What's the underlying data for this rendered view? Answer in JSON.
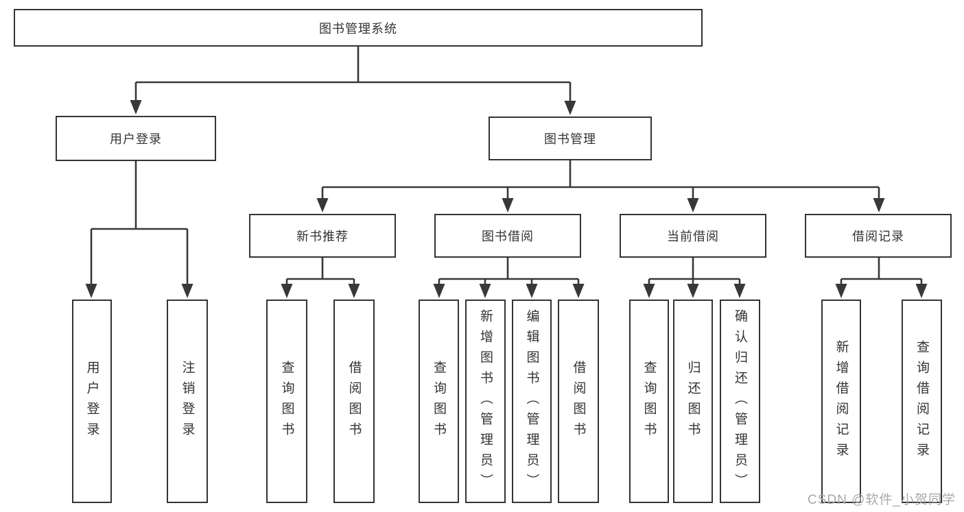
{
  "diagram": {
    "title_node": "图书管理系统",
    "colors": {
      "line": "#383838",
      "border": "#333333",
      "text": "#333333",
      "watermark": "#a9a9a9",
      "background": "#ffffff"
    },
    "tree": {
      "root": {
        "label": "图书管理系统"
      },
      "branches": [
        {
          "label": "用户登录",
          "leaves": [
            {
              "label": "用户登录"
            },
            {
              "label": "注销登录"
            }
          ]
        },
        {
          "label": "图书管理",
          "sections": [
            {
              "label": "新书推荐",
              "leaves": [
                {
                  "label": "查询图书"
                },
                {
                  "label": "借阅图书"
                }
              ]
            },
            {
              "label": "图书借阅",
              "leaves": [
                {
                  "label": "查询图书"
                },
                {
                  "label": "新增图书（管理员）"
                },
                {
                  "label": "编辑图书（管理员）"
                },
                {
                  "label": "借阅图书"
                }
              ]
            },
            {
              "label": "当前借阅",
              "leaves": [
                {
                  "label": "查询图书"
                },
                {
                  "label": "归还图书"
                },
                {
                  "label": "确认归还（管理员）"
                }
              ]
            },
            {
              "label": "借阅记录",
              "leaves": [
                {
                  "label": "新增借阅记录"
                },
                {
                  "label": "查询借阅记录"
                }
              ]
            }
          ]
        }
      ]
    }
  },
  "watermark": {
    "text": "CSDN @软件_小贺同学"
  }
}
